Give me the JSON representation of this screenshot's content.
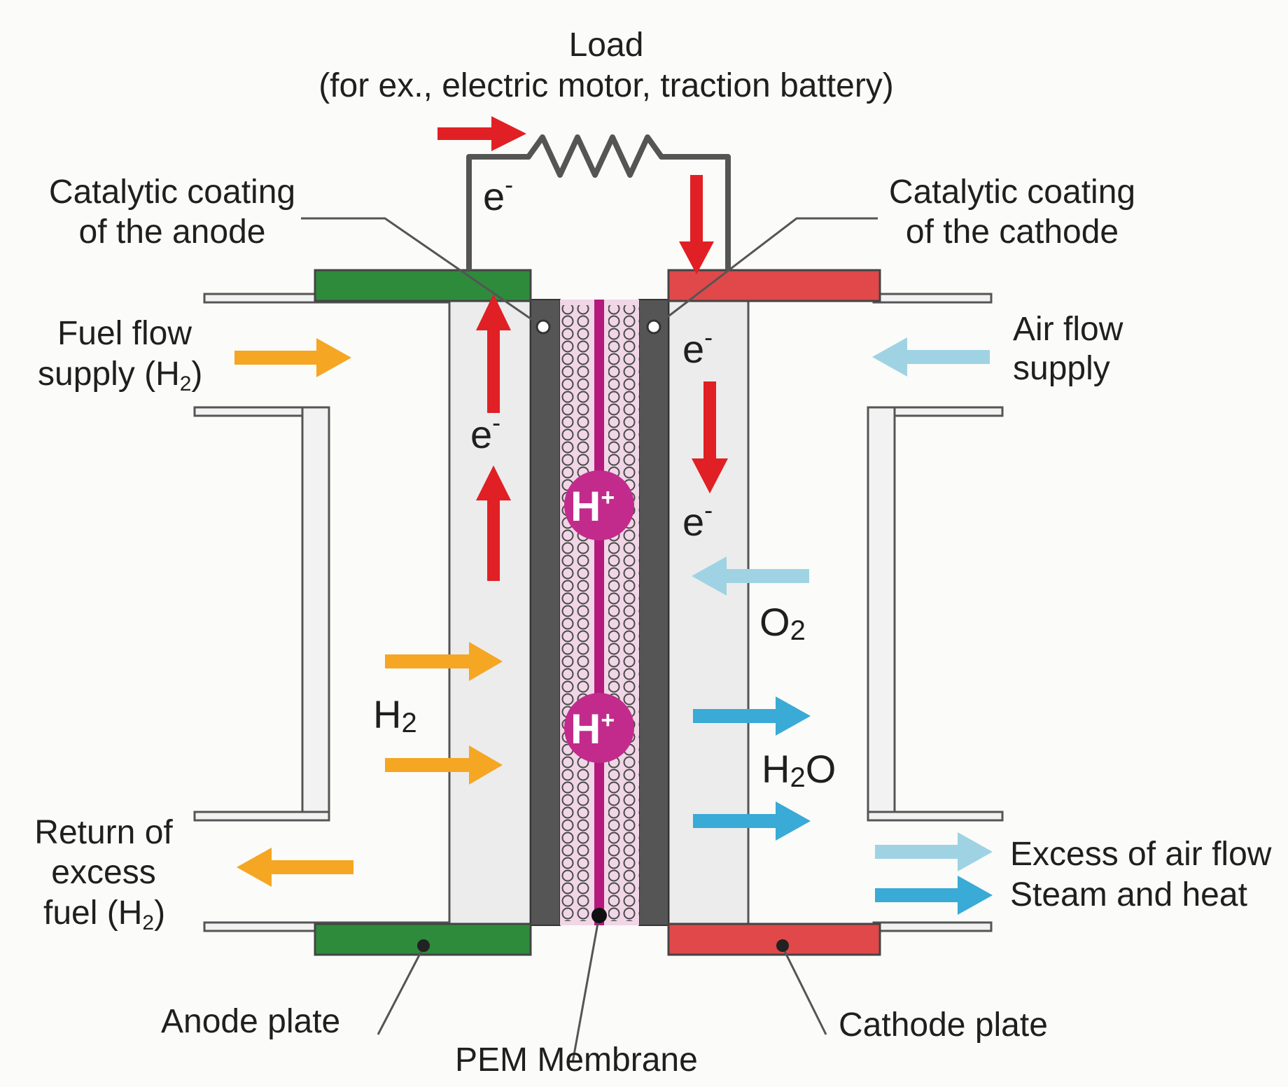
{
  "labels": {
    "load_line1": "Load",
    "load_line2": "(for ex., electric motor, traction battery)",
    "anode_coating_line1": "Catalytic coating",
    "anode_coating_line2": "of the anode",
    "cathode_coating_line1": "Catalytic coating",
    "cathode_coating_line2": "of the cathode",
    "fuel_flow_line1": "Fuel flow",
    "fuel_flow_line2": "supply (H",
    "fuel_flow_sub": "2",
    "fuel_flow_close": ")",
    "air_flow_line1": "Air flow",
    "air_flow_line2": "supply",
    "return_line1": "Return of",
    "return_line2": "excess",
    "return_line3": "fuel (H",
    "return_sub": "2",
    "return_close": ")",
    "excess_air": "Excess of air flow",
    "steam_heat": "Steam and heat",
    "anode_plate": "Anode plate",
    "cathode_plate": "Cathode plate",
    "pem_membrane": "PEM Membrane",
    "h2_main": "H",
    "h2_sub": "2",
    "o2_main": "O",
    "o2_sub": "2",
    "h2o_h": "H",
    "h2o_sub": "2",
    "h2o_o": "O",
    "electron": "e",
    "electron_sup": "-",
    "proton": "H",
    "proton_sup": "+"
  },
  "colors": {
    "anode_plate": "#2e8b3c",
    "cathode_plate": "#e0484a",
    "electron_arrow": "#e02024",
    "fuel_arrow": "#f5a623",
    "air_arrow": "#9fd3e3",
    "water_arrow": "#3aaad6",
    "proton": "#c22b8c",
    "membrane": "#b5197d",
    "electrode": "#555555",
    "wire": "#555555"
  }
}
